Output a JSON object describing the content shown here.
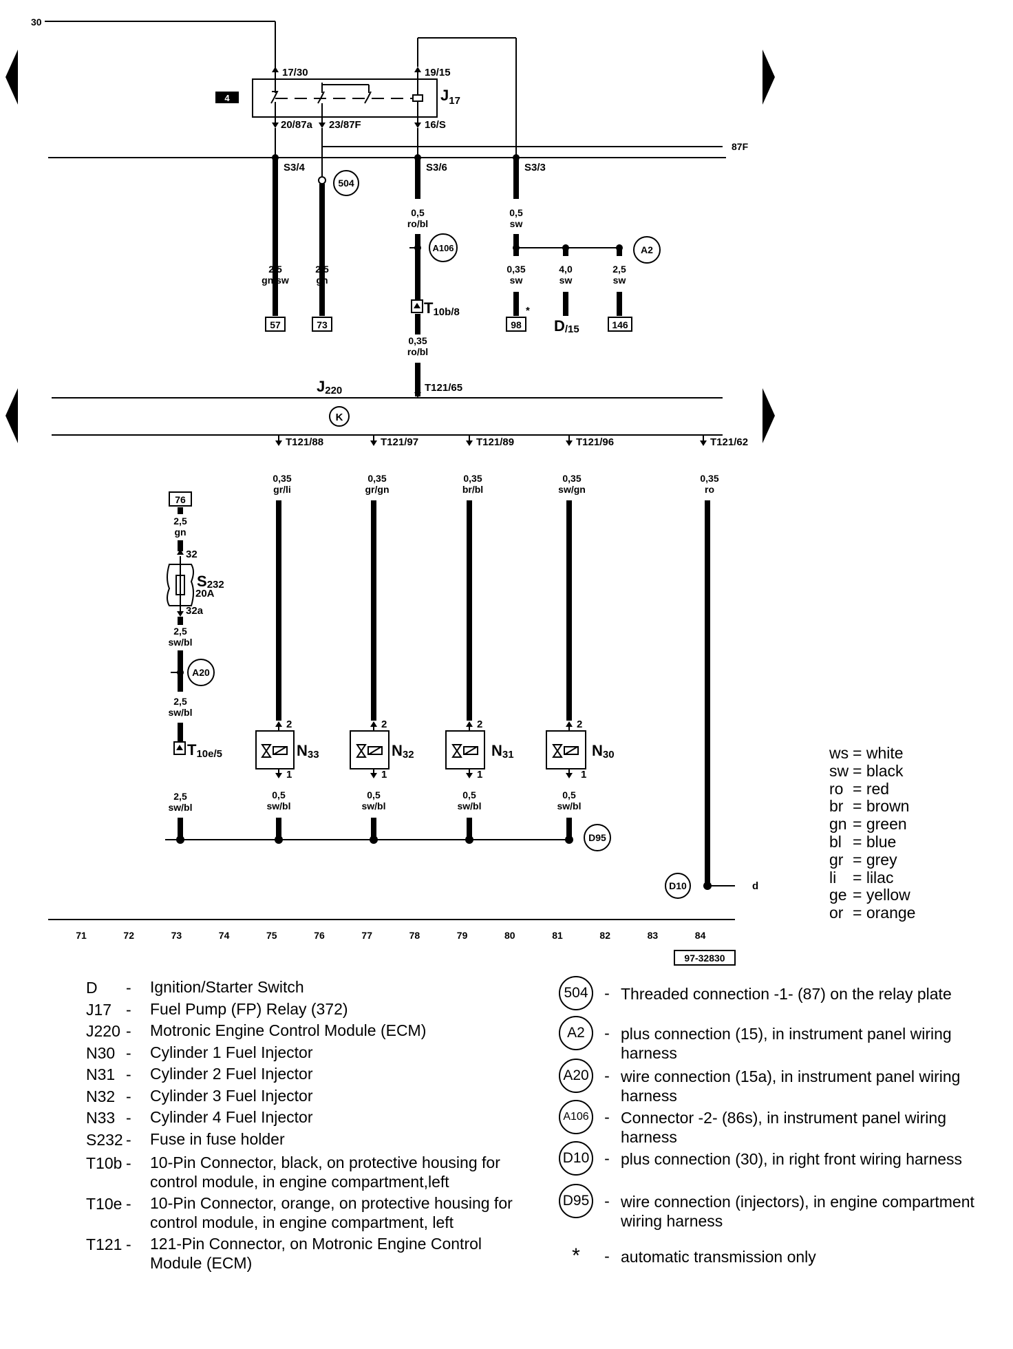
{
  "relay": {
    "name": "J",
    "sub": "17",
    "badge": "4",
    "pin_17_30": "17/30",
    "pin_19_15": "19/15",
    "pin_20_87a": "20/87a",
    "pin_23_87f": "23/87F",
    "pin_16_s": "16/S"
  },
  "bus": {
    "b30": "30",
    "b87f": "87F"
  },
  "wires_top": {
    "s34": "S3/4",
    "s36": "S3/6",
    "s33": "S3/3",
    "w1_size": "2,5",
    "w1_color": "gn/sw",
    "w1_ref": "57",
    "w2_size": "2,5",
    "w2_color": "gn",
    "w2_ref": "73",
    "w3_size": "0,5",
    "w3_color": "ro/bl",
    "w3b_size": "0,35",
    "w3b_color": "ro/bl",
    "w4_size": "0,5",
    "w4_color": "sw",
    "w5_size": "0,35",
    "w5_color": "sw",
    "w5_ref": "98",
    "w5_star": "*",
    "w6_size": "4,0",
    "w6_color": "sw",
    "w6_ref": "D",
    "w6_ref_sub": "/15",
    "w7_size": "2,5",
    "w7_color": "sw",
    "w7_ref": "146",
    "t10b": "T",
    "t10b_sub": "10b/8"
  },
  "circles": {
    "c504": "504",
    "a106": "A106",
    "a2": "A2",
    "a20": "A20",
    "d95": "D95",
    "d10": "D10",
    "k": "K"
  },
  "ecm": {
    "name": "J",
    "sub": "220",
    "t65": "T121/65",
    "t88": "T121/88",
    "t97": "T121/97",
    "t89": "T121/89",
    "t96": "T121/96",
    "t62": "T121/62"
  },
  "wires_bottom": {
    "n33_size": "0,35",
    "n33_color": "gr/li",
    "n32_size": "0,35",
    "n32_color": "gr/gn",
    "n31_size": "0,35",
    "n31_color": "br/bl",
    "n30_size": "0,35",
    "n30_color": "sw/gn",
    "ro_size": "0,35",
    "ro_color": "ro",
    "ref76": "76",
    "f1_size": "2,5",
    "f1_color": "gn",
    "fuse_in": "32",
    "fuse_out": "32a",
    "fuse_name": "S",
    "fuse_sub": "232",
    "fuse_amp": "20A",
    "f2_size": "2,5",
    "f2_color": "sw/bl",
    "f3_size": "2,5",
    "f3_color": "sw/bl",
    "t10e": "T",
    "t10e_sub": "10e/5",
    "f4_size": "2,5",
    "f4_color": "sw/bl",
    "g_size": "0,5",
    "g_color": "sw/bl",
    "pin2": "2",
    "pin1": "1",
    "inj33": "N",
    "inj33_sub": "33",
    "inj32": "N",
    "inj32_sub": "32",
    "inj31": "N",
    "inj31_sub": "31",
    "inj30": "N",
    "inj30_sub": "30",
    "d_label": "d"
  },
  "scale": [
    "71",
    "72",
    "73",
    "74",
    "75",
    "76",
    "77",
    "78",
    "79",
    "80",
    "81",
    "82",
    "83",
    "84"
  ],
  "doc_code": "97-32830",
  "color_key": [
    {
      "code": "ws",
      "name": "white"
    },
    {
      "code": "sw",
      "name": "black"
    },
    {
      "code": "ro",
      "name": "red"
    },
    {
      "code": "br",
      "name": "brown"
    },
    {
      "code": "gn",
      "name": "green"
    },
    {
      "code": "bl",
      "name": "blue"
    },
    {
      "code": "gr",
      "name": "grey"
    },
    {
      "code": "li",
      "name": "lilac"
    },
    {
      "code": "ge",
      "name": "yellow"
    },
    {
      "code": "or",
      "name": "orange"
    }
  ],
  "components": [
    {
      "key": "D",
      "dash": "-",
      "text": "Ignition/Starter Switch"
    },
    {
      "key": "J17",
      "dash": "-",
      "text": "Fuel Pump (FP) Relay (372)"
    },
    {
      "key": "J220",
      "dash": "-",
      "text": "Motronic Engine Control Module (ECM)"
    },
    {
      "key": "N30",
      "dash": "-",
      "text": "Cylinder 1 Fuel Injector"
    },
    {
      "key": "N31",
      "dash": "-",
      "text": "Cylinder 2 Fuel Injector"
    },
    {
      "key": "N32",
      "dash": "-",
      "text": "Cylinder 3 Fuel Injector"
    },
    {
      "key": "N33",
      "dash": "-",
      "text": "Cylinder 4 Fuel Injector"
    },
    {
      "key": "S232",
      "dash": "-",
      "text": "Fuse in fuse holder"
    },
    {
      "key": "T10b",
      "dash": "-",
      "text": "10-Pin Connector, black, on protective housing for control module, in engine compartment,left"
    },
    {
      "key": "T10e",
      "dash": "-",
      "text": "10-Pin Connector, orange, on protective housing for control module, in engine compartment, left"
    },
    {
      "key": "T121",
      "dash": "-",
      "text": "121-Pin Connector, on Motronic Engine Control Module (ECM)"
    }
  ],
  "connections": [
    {
      "id": "504",
      "dash": "-",
      "text": "Threaded connection -1- (87) on the relay plate"
    },
    {
      "id": "A2",
      "dash": "-",
      "text": "plus connection (15), in instrument panel wiring harness"
    },
    {
      "id": "A20",
      "dash": "-",
      "text": "wire connection (15a), in instrument panel wiring harness"
    },
    {
      "id": "A106",
      "dash": "-",
      "text": "Connector -2- (86s), in instrument panel wiring harness"
    },
    {
      "id": "D10",
      "dash": "-",
      "text": "plus connection (30), in right front wiring harness"
    },
    {
      "id": "D95",
      "dash": "-",
      "text": "wire connection (injectors), in engine compartment wiring harness"
    }
  ],
  "footnote": {
    "symbol": "*",
    "dash": "-",
    "text": "automatic transmission only"
  }
}
